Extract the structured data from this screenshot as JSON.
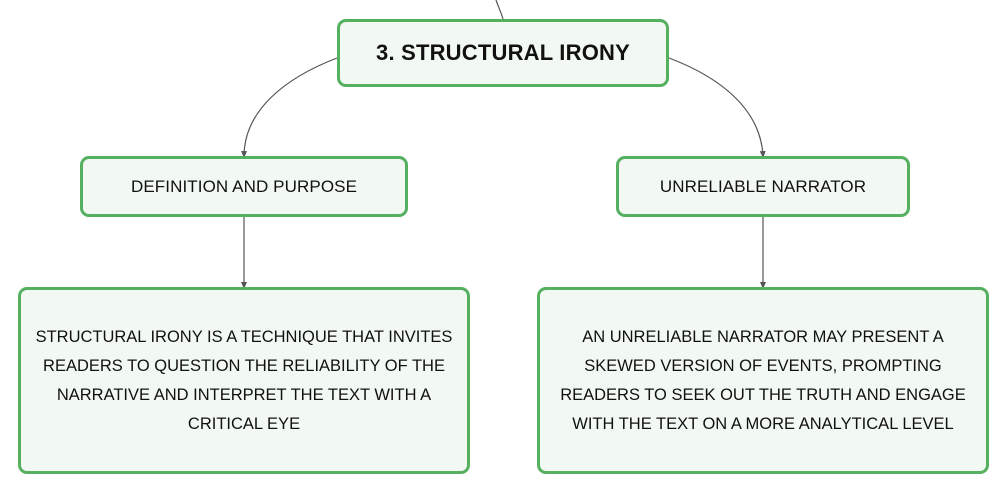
{
  "diagram": {
    "root": {
      "label": "3. STRUCTURAL IRONY"
    },
    "branches": [
      {
        "label": "DEFINITION AND PURPOSE",
        "detail": "STRUCTURAL IRONY IS A TECHNIQUE THAT INVITES READERS TO QUESTION THE RELIABILITY OF THE NARRATIVE AND INTERPRET THE TEXT WITH A CRITICAL EYE"
      },
      {
        "label": "UNRELIABLE NARRATOR",
        "detail": "AN UNRELIABLE NARRATOR MAY PRESENT A SKEWED VERSION OF EVENTS, PROMPTING READERS TO SEEK OUT THE TRUTH AND ENGAGE WITH THE TEXT ON A MORE ANALYTICAL LEVEL"
      }
    ]
  },
  "colors": {
    "node_border": "#55b060",
    "node_fill": "#f2f9f2",
    "connector": "#555555",
    "text": "#111111"
  }
}
